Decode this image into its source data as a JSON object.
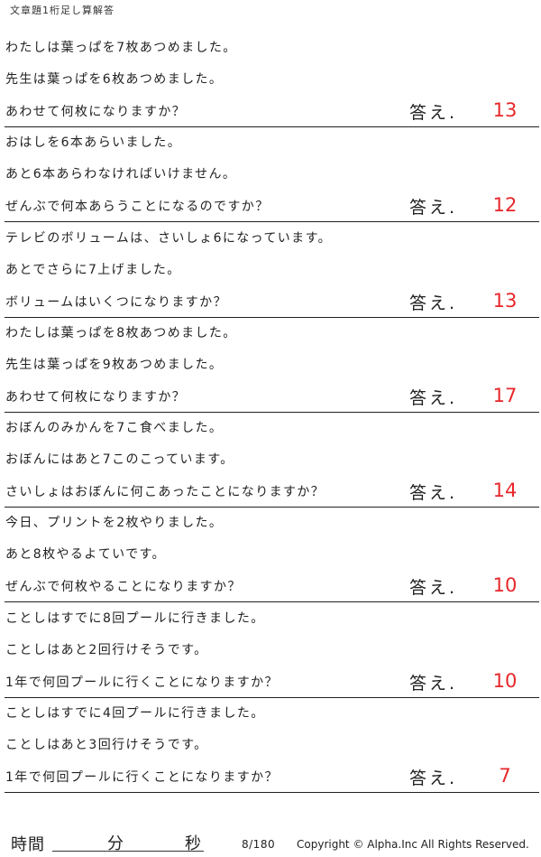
{
  "header": {
    "title": "文章題1桁足し算解答"
  },
  "answer_label": "答え.",
  "problems": [
    {
      "lines": [
        "わたしは葉っぱを7枚あつめました。",
        "先生は葉っぱを6枚あつめました。",
        "あわせて何枚になりますか？"
      ],
      "answer": "13"
    },
    {
      "lines": [
        "おはしを6本あらいました。",
        "あと6本あらわなければいけません。",
        "ぜんぶで何本あらうことになるのですか？"
      ],
      "answer": "12"
    },
    {
      "lines": [
        "テレビのボリュームは、さいしょ6になっています。",
        "あとでさらに7上げました。",
        "ボリュームはいくつになりますか？"
      ],
      "answer": "13"
    },
    {
      "lines": [
        "わたしは葉っぱを8枚あつめました。",
        "先生は葉っぱを9枚あつめました。",
        "あわせて何枚になりますか？"
      ],
      "answer": "17"
    },
    {
      "lines": [
        "おぼんのみかんを7こ食べました。",
        "おぼんにはあと7このこっています。",
        "さいしょはおぼんに何こあったことになりますか？"
      ],
      "answer": "14"
    },
    {
      "lines": [
        "今日、プリントを2枚やりました。",
        "あと8枚やるよていです。",
        "ぜんぶで何枚やることになりますか？"
      ],
      "answer": "10"
    },
    {
      "lines": [
        "ことしはすでに8回プールに行きました。",
        "ことしはあと2回行けそうです。",
        "1年で何回プールに行くことになりますか？"
      ],
      "answer": "10"
    },
    {
      "lines": [
        "ことしはすでに4回プールに行きました。",
        "ことしはあと3回行けそうです。",
        "1年で何回プールに行くことになりますか？"
      ],
      "answer": "7"
    }
  ],
  "footer": {
    "time_label": "時間",
    "minutes_unit": "分",
    "seconds_unit": "秒",
    "page_number": "8/180",
    "copyright": "Copyright ©  Alpha.Inc All Rights Reserved."
  },
  "colors": {
    "answer": "#e8262a",
    "text": "#222222"
  }
}
